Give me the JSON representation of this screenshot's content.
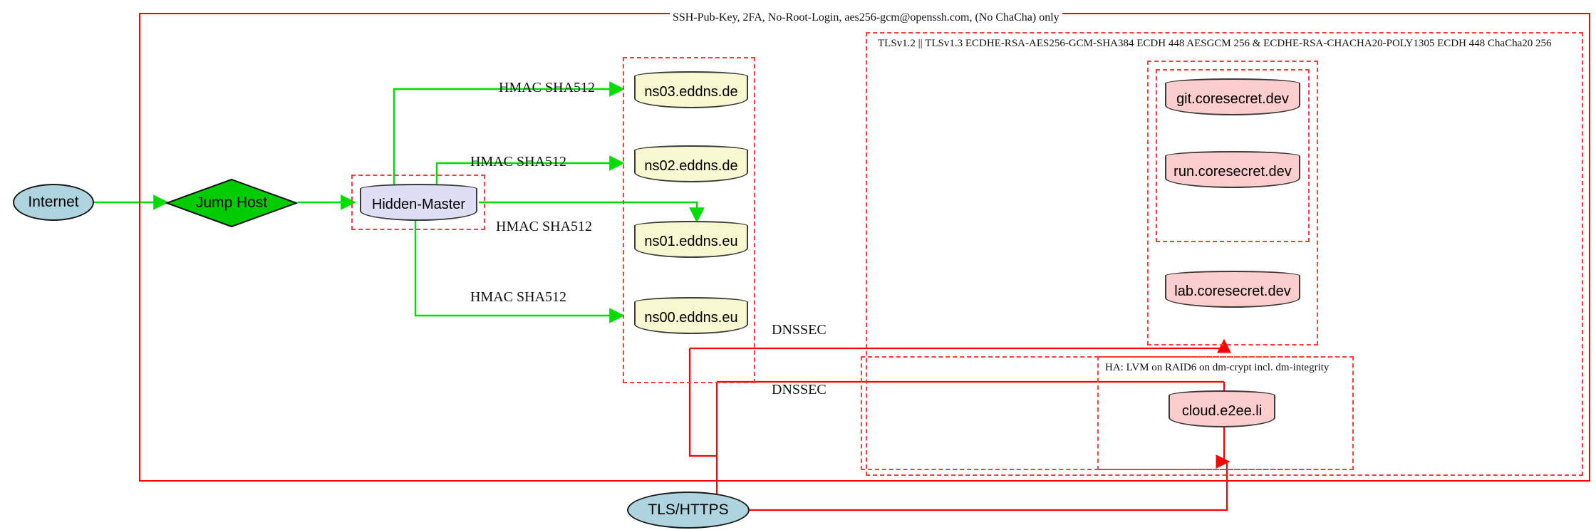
{
  "diagram": {
    "title_label": "SSH-Pub-Key, 2FA, No-Root-Login, aes256-gcm@openssh.com, (No ChaCha) only",
    "tls_cluster_label": "TLSv1.2 || TLSv1.3 ECDHE-RSA-AES256-GCM-SHA384 ECDH 448 AESGCM 256 & ECDHE-RSA-CHACHA20-POLY1305 ECDH 448 ChaCha20 256",
    "ha_cluster_label": "HA: LVM on RAID6 on dm-crypt incl. dm-integrity"
  },
  "nodes": {
    "internet": "Internet",
    "jump_host": "Jump Host",
    "hidden_master": "Hidden-Master",
    "ns03": "ns03.eddns.de",
    "ns02": "ns02.eddns.de",
    "ns01": "ns01.eddns.eu",
    "ns00": "ns00.eddns.eu",
    "git": "git.coresecret.dev",
    "run": "run.coresecret.dev",
    "lab": "lab.coresecret.dev",
    "cloud": "cloud.e2ee.li",
    "tls_https": "TLS/HTTPS"
  },
  "edges": {
    "hmac_ns03": "HMAC SHA512",
    "hmac_ns02": "HMAC SHA512",
    "hmac_ns01": "HMAC SHA512",
    "hmac_ns00": "HMAC SHA512",
    "dnssec_upper": "DNSSEC",
    "dnssec_lower": "DNSSEC"
  },
  "colors": {
    "outer_border": "#ff0000",
    "dashed_border": "#ff3b3b",
    "green_edge": "#00dd00",
    "red_edge": "#ff0000",
    "ellipse_fill": "#aed4e0",
    "diamond_fill": "#00cc00",
    "ns_fill": "#f7f7d0",
    "master_fill": "#dedef5",
    "service_fill": "#fbcdcd"
  }
}
